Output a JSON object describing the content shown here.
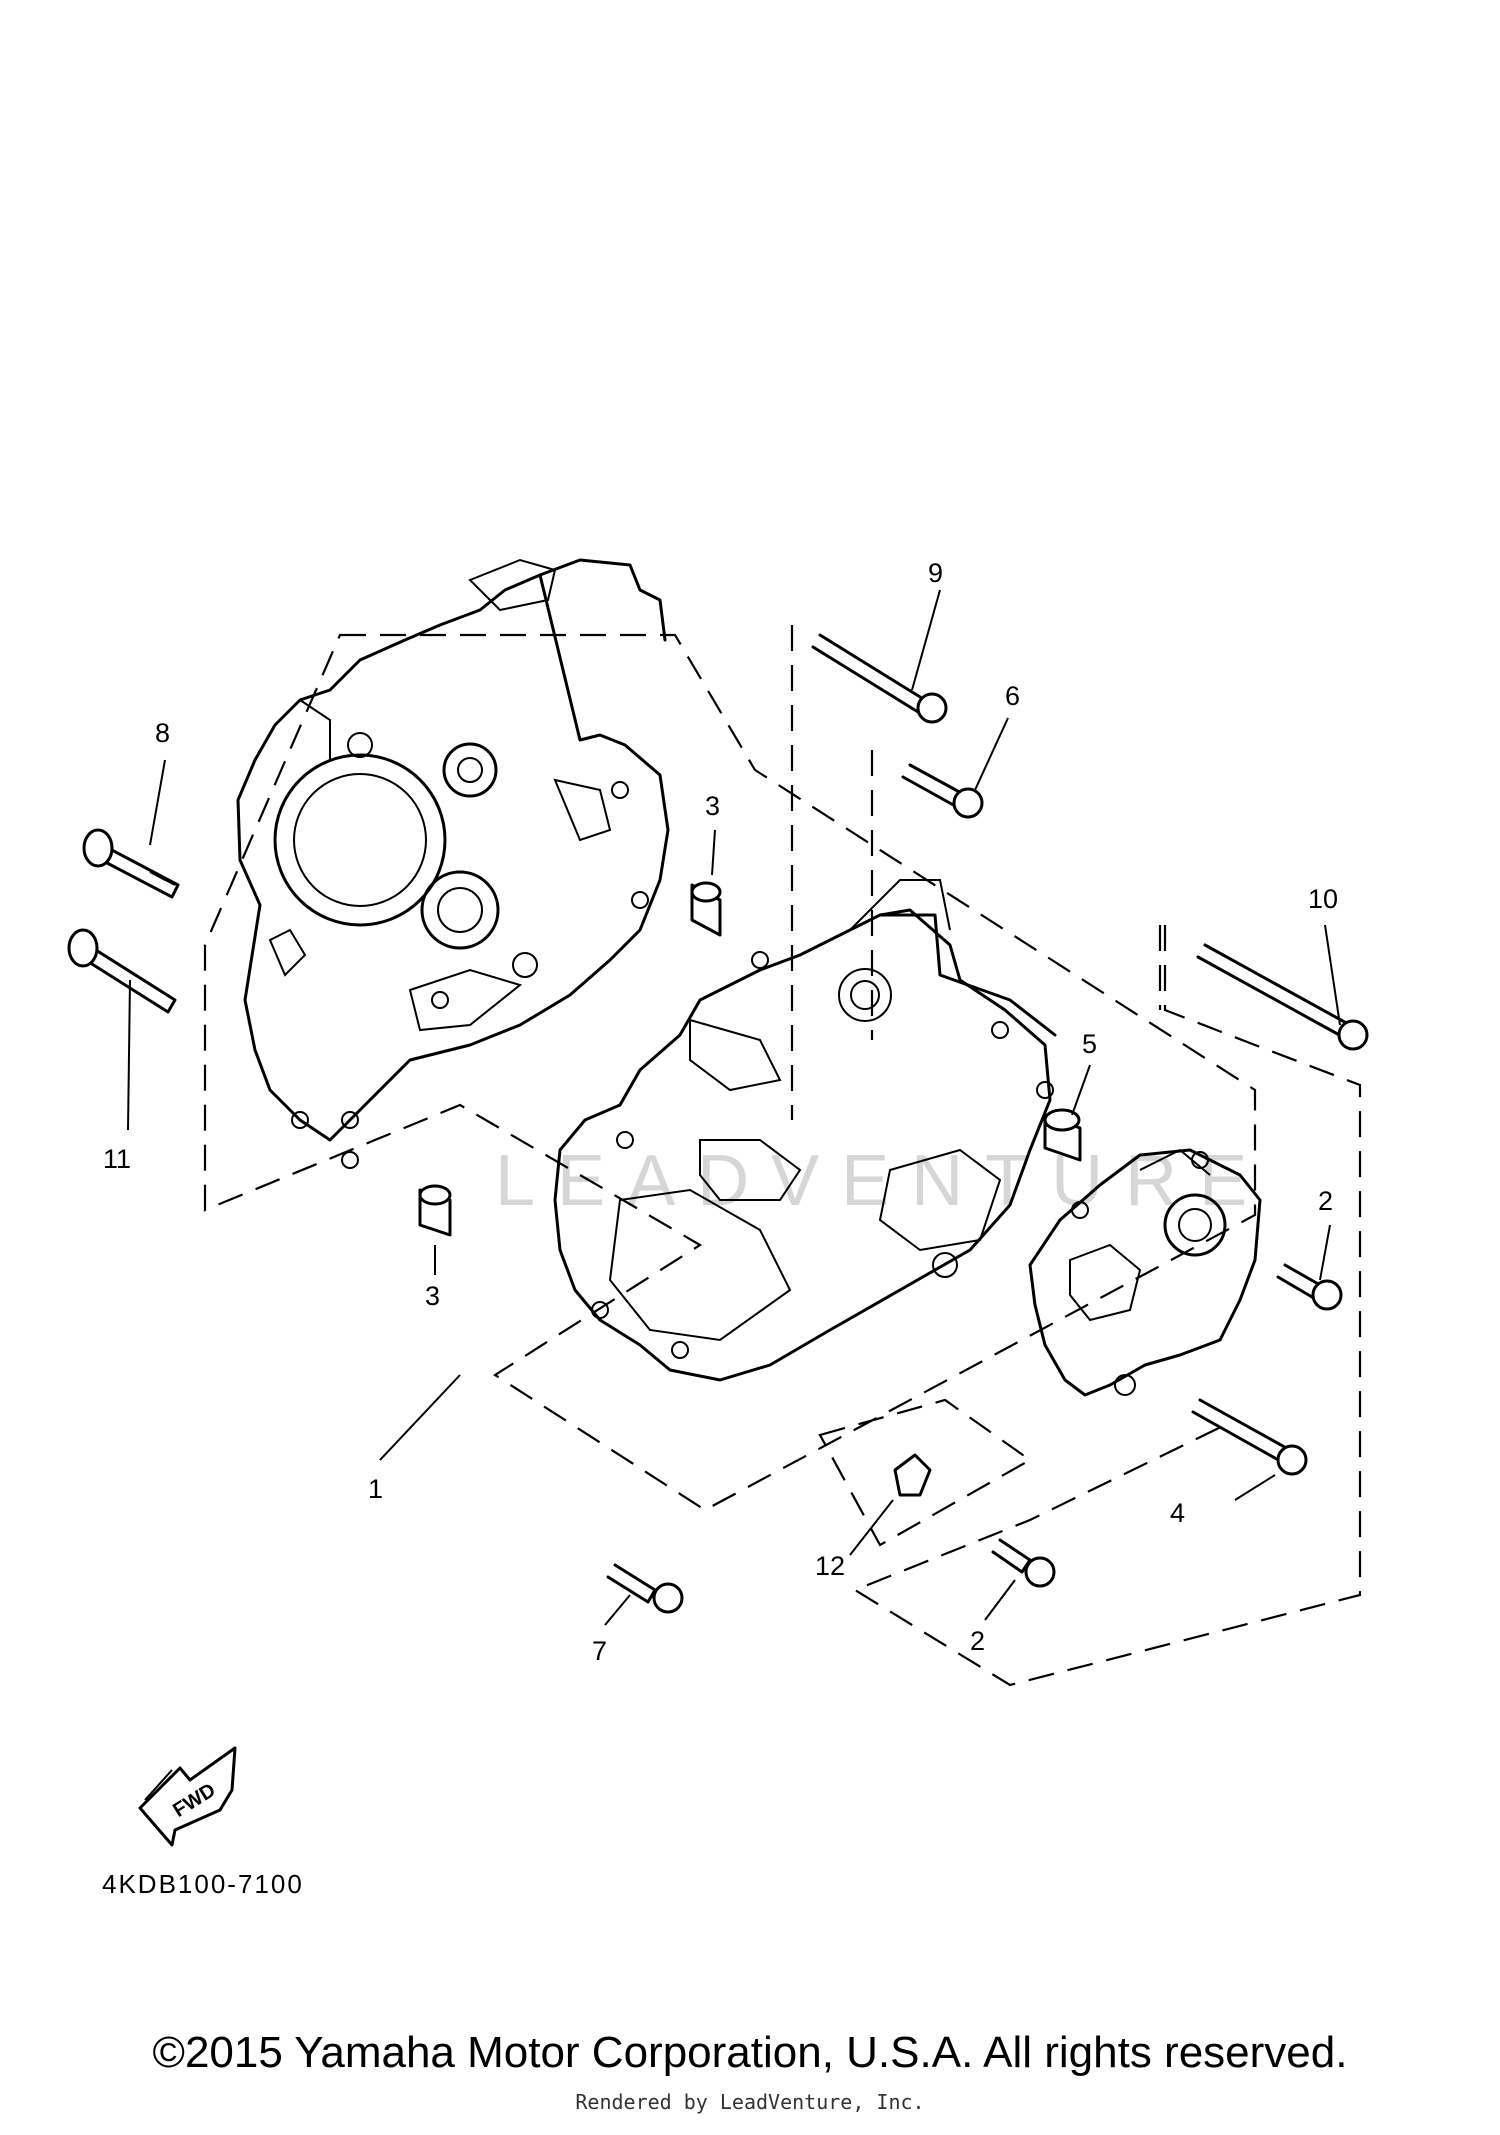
{
  "diagram": {
    "part_labels": {
      "p1": "1",
      "p2a": "2",
      "p2b": "2",
      "p3a": "3",
      "p3b": "3",
      "p4": "4",
      "p5": "5",
      "p6": "6",
      "p7": "7",
      "p8": "8",
      "p9": "9",
      "p10": "10",
      "p11": "11",
      "p12": "12"
    },
    "fwd_label": "FWD",
    "diagram_code": "4KDB100-7100",
    "watermark": "LEADVENTURE"
  },
  "footer": {
    "copyright": "©2015 Yamaha Motor Corporation, U.S.A. All rights reserved.",
    "rendered_by": "Rendered by LeadVenture, Inc."
  }
}
